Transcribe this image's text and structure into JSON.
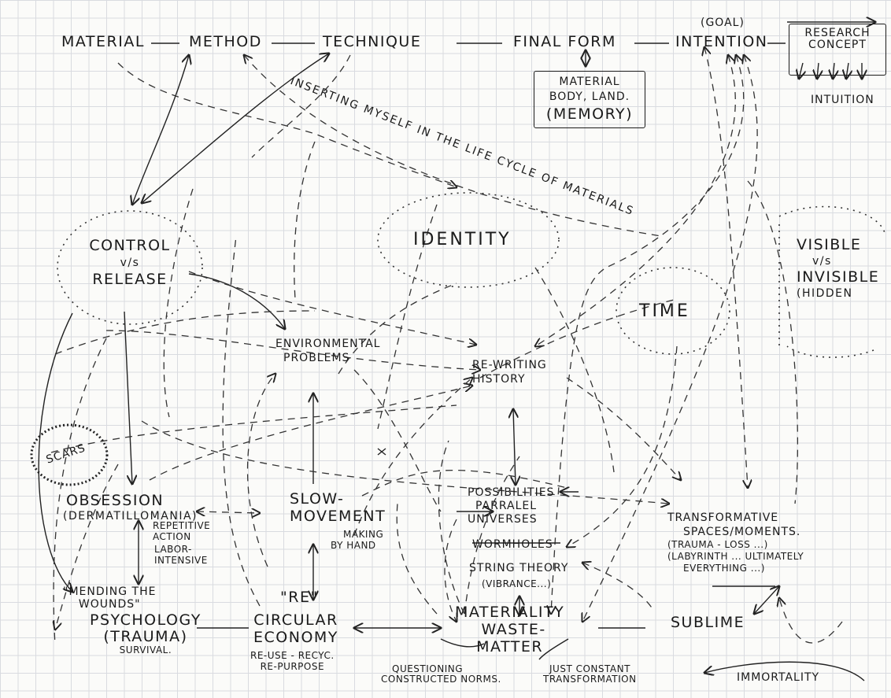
{
  "nodes": {
    "material": "MATERIAL",
    "method": "METHOD",
    "technique": "TECHNIQUE",
    "final_form": "FINAL FORM",
    "goal": "(GOAL)",
    "intention": "INTENTION",
    "research_concept": [
      "RESEARCH",
      "CONCEPT"
    ],
    "intuition": "INTUITION",
    "material_body_land": [
      "MATERIAL",
      "BODY, LAND.",
      "(MEMORY)"
    ],
    "inserting_myself": "INSERTING MYSELF IN THE LIFE CYCLE OF MATERIALS",
    "control_release": [
      "CONTROL",
      "v/s",
      "RELEASE"
    ],
    "identity": "IDENTITY",
    "time": "TIME",
    "visible_invisible": [
      "VISIBLE",
      "v/s",
      "INVISIBLE",
      "(HIDDEN"
    ],
    "environmental_problems": [
      "ENVIRONMENTAL",
      "PROBLEMS"
    ],
    "rewriting_history": [
      "RE-WRITING",
      "HISTORY"
    ],
    "scars": "SCARS",
    "obsession": [
      "OBSESSION",
      "(DERMATILLOMANIA)"
    ],
    "repetitive_action": [
      "REPETITIVE",
      "ACTION"
    ],
    "labor_intensive": [
      "LABOR-",
      "INTENSIVE"
    ],
    "slow_movement": [
      "SLOW-",
      "MOVEMENT"
    ],
    "making_by_hand": [
      "MAKING",
      "BY HAND"
    ],
    "possibilities": [
      "POSSIBILITIES",
      "PARRALEL",
      "UNIVERSES"
    ],
    "wormholes": "WORMHOLES",
    "string_theory": "STRING THEORY",
    "vibrance": "(VIBRANCE...)",
    "transformative": [
      "TRANSFORMATIVE",
      "SPACES/MOMENTS.",
      "(TRAUMA - LOSS ...)",
      "(LABYRINTH ... ULTIMATELY",
      "EVERYTHING ...)"
    ],
    "mending": [
      "\"MENDING THE",
      "WOUNDS\""
    ],
    "psychology": [
      "PSYCHOLOGY",
      "(TRAUMA)",
      "SURVIVAL."
    ],
    "re": "\"RE\"",
    "circular_economy": [
      "CIRCULAR",
      "ECONOMY"
    ],
    "reuse": [
      "RE-USE - RECYC.",
      "RE-PURPOSE"
    ],
    "materiality": [
      "MATERIALITY",
      "WASTE-",
      "MATTER"
    ],
    "sublime": "SUBLIME",
    "questioning": [
      "QUESTIONING",
      "CONSTRUCTED NORMS."
    ],
    "just_constant": [
      "JUST CONSTANT",
      "TRANSFORMATION"
    ],
    "immortality": "IMMORTALITY"
  }
}
